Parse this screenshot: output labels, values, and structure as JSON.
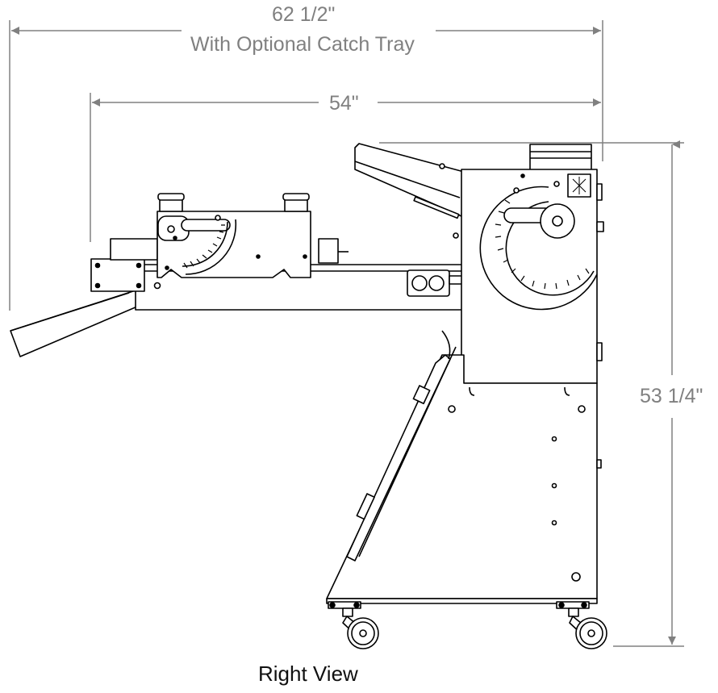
{
  "dimensions": {
    "overall_width": "62 1/2\"",
    "overall_width_note": "With Optional Catch Tray",
    "machine_width": "54\"",
    "height": "53 1/4\""
  },
  "caption": "Right View",
  "colors": {
    "dimension": "#808080",
    "line": "#000000",
    "background": "#ffffff"
  }
}
